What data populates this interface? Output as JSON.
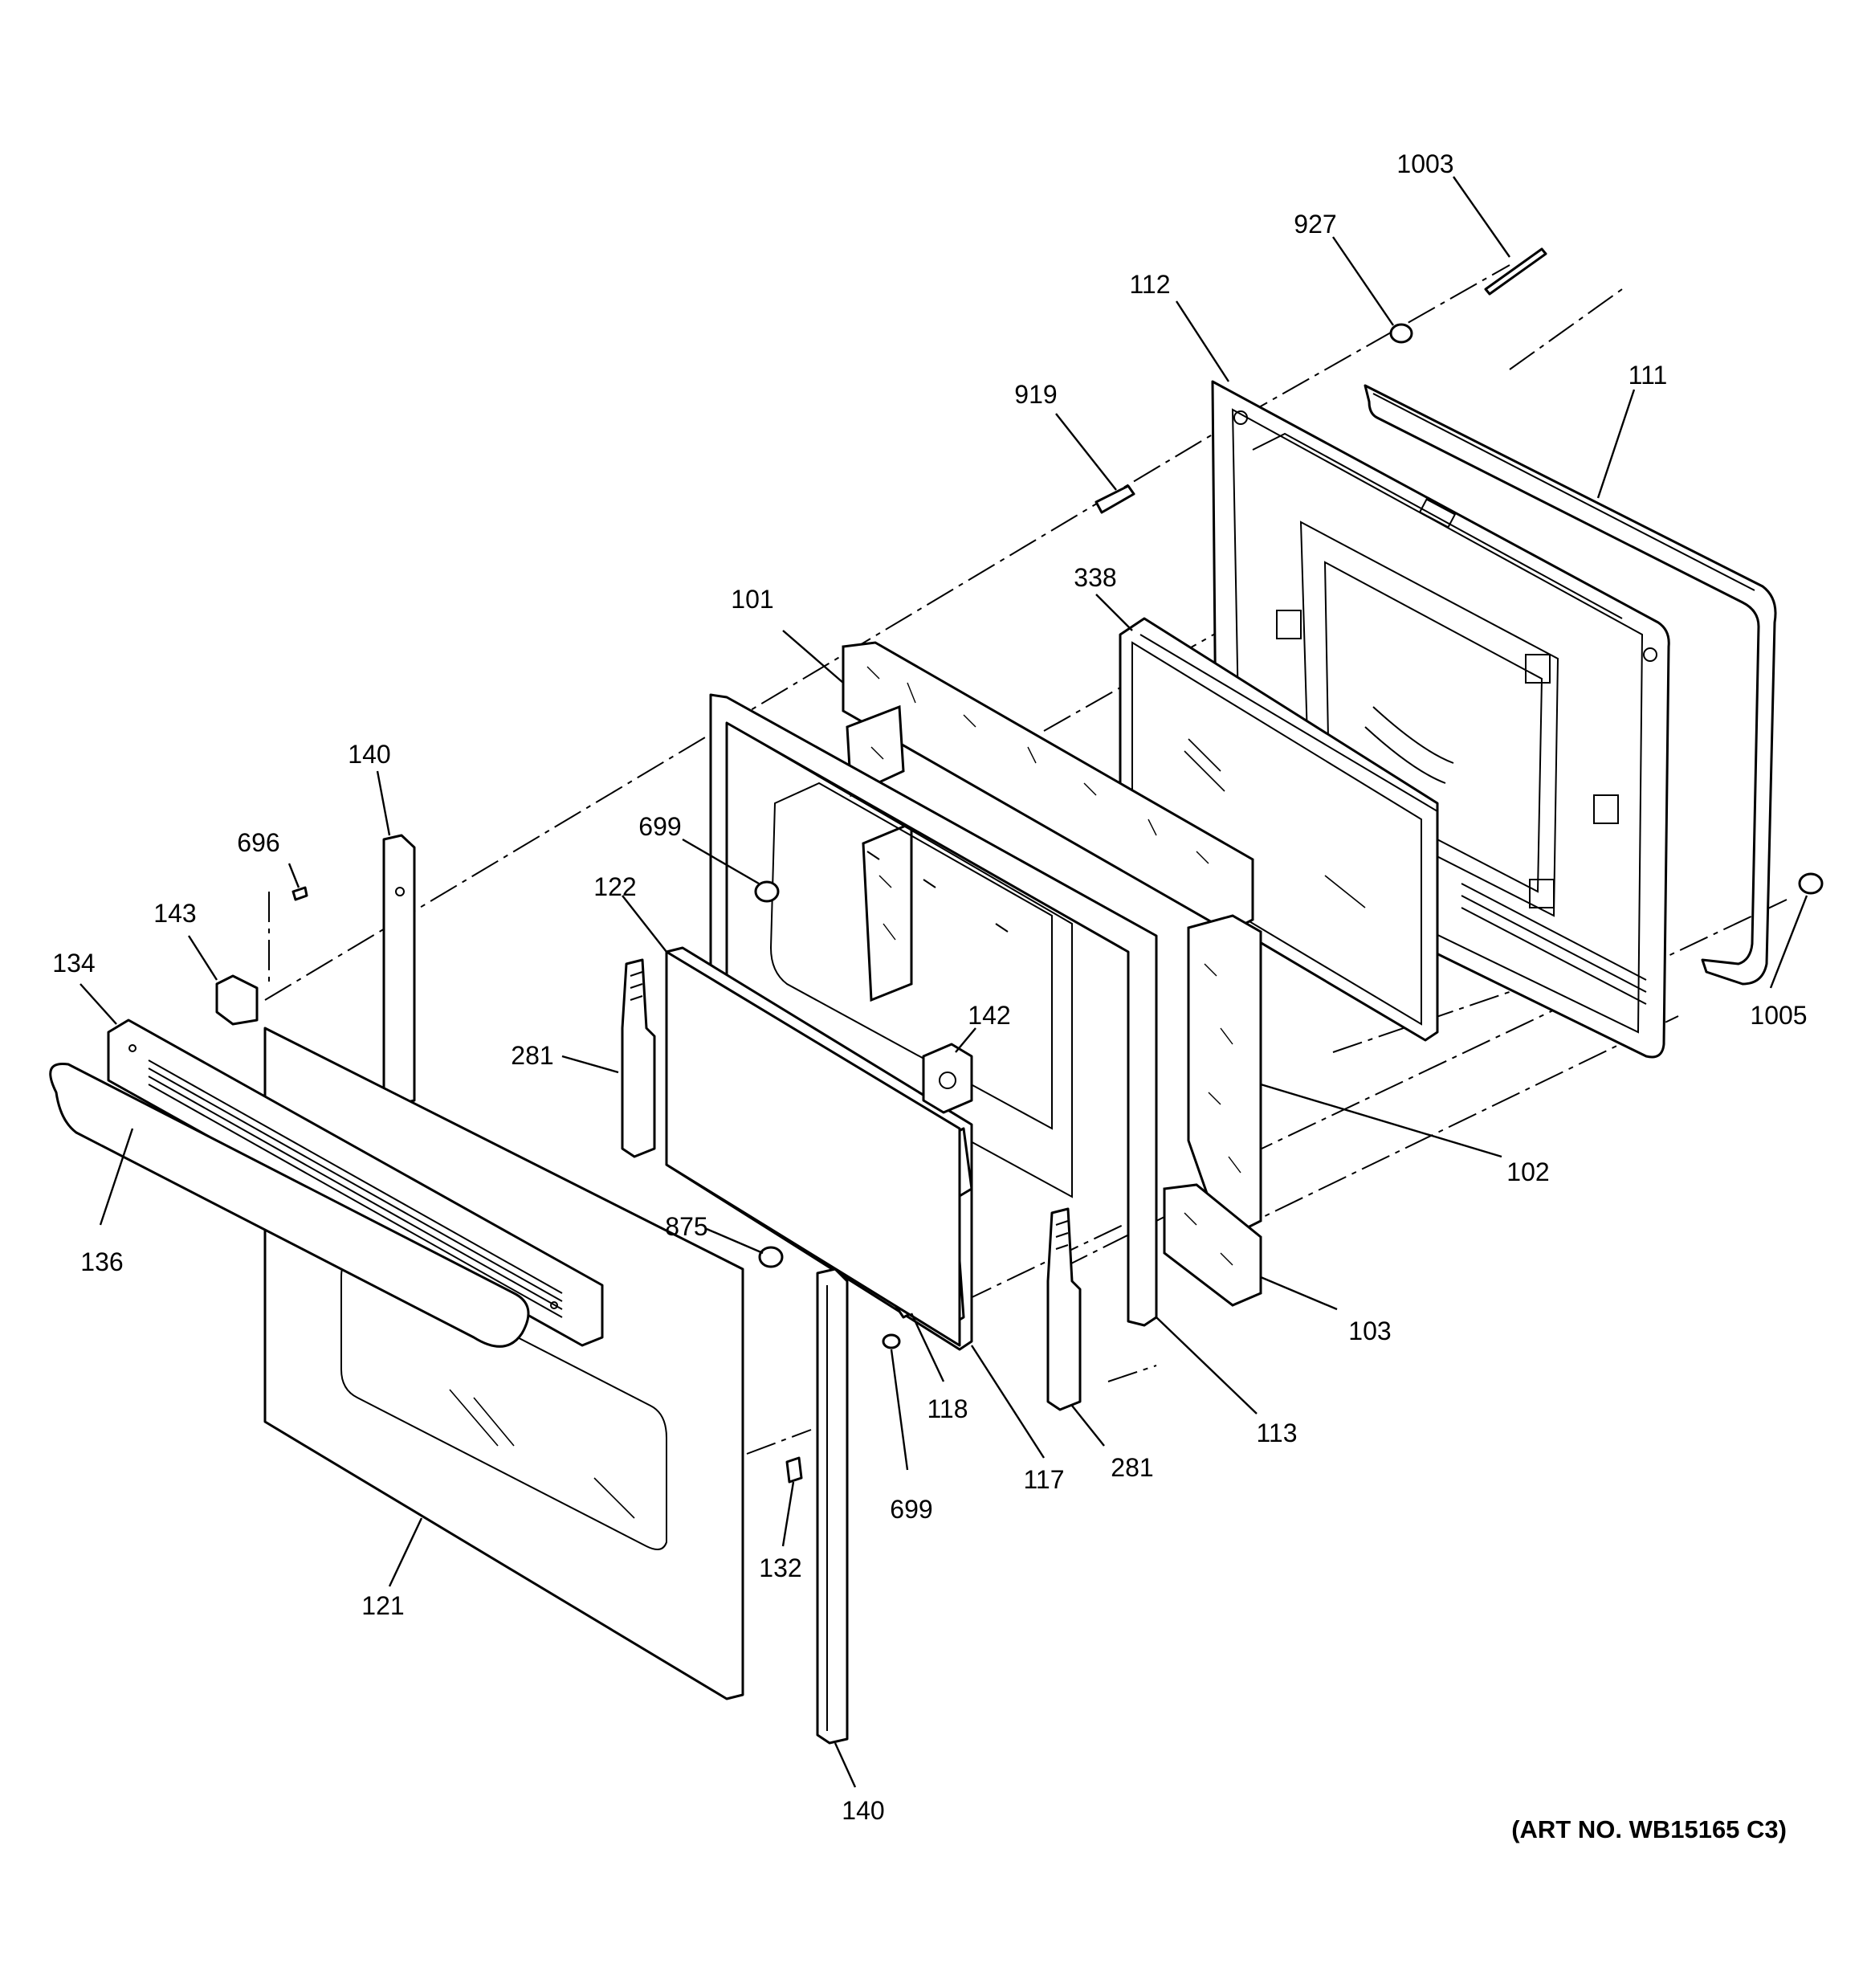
{
  "diagram": {
    "art_number": "(ART NO. WB15165 C3)",
    "callouts": [
      {
        "id": "c1003",
        "label": "1003"
      },
      {
        "id": "c927",
        "label": "927"
      },
      {
        "id": "c112",
        "label": "112"
      },
      {
        "id": "c111",
        "label": "111"
      },
      {
        "id": "c919",
        "label": "919"
      },
      {
        "id": "c338",
        "label": "338"
      },
      {
        "id": "c101",
        "label": "101"
      },
      {
        "id": "c140a",
        "label": "140"
      },
      {
        "id": "c696",
        "label": "696"
      },
      {
        "id": "c699a",
        "label": "699"
      },
      {
        "id": "c122",
        "label": "122"
      },
      {
        "id": "c143",
        "label": "143"
      },
      {
        "id": "c134",
        "label": "134"
      },
      {
        "id": "c142",
        "label": "142"
      },
      {
        "id": "c281a",
        "label": "281"
      },
      {
        "id": "c1005",
        "label": "1005"
      },
      {
        "id": "c102",
        "label": "102"
      },
      {
        "id": "c875",
        "label": "875"
      },
      {
        "id": "c136",
        "label": "136"
      },
      {
        "id": "c103",
        "label": "103"
      },
      {
        "id": "c118",
        "label": "118"
      },
      {
        "id": "c113",
        "label": "113"
      },
      {
        "id": "c117",
        "label": "117"
      },
      {
        "id": "c281b",
        "label": "281"
      },
      {
        "id": "c699b",
        "label": "699"
      },
      {
        "id": "c132",
        "label": "132"
      },
      {
        "id": "c121",
        "label": "121"
      },
      {
        "id": "c140b",
        "label": "140"
      }
    ]
  }
}
